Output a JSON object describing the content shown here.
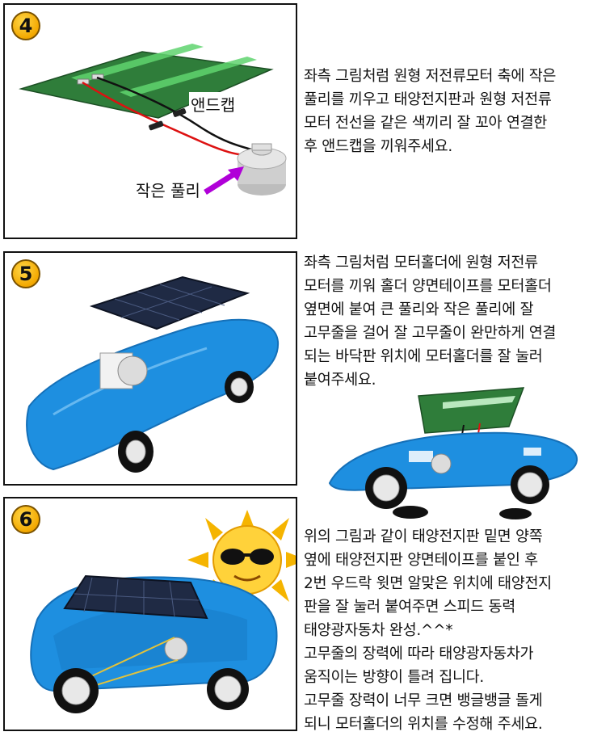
{
  "steps": [
    {
      "number": "4",
      "labels": {
        "end_cap": "앤드캡",
        "small_pulley": "작은 풀리"
      },
      "description": "좌측 그림처럼 원형 저전류모터 축에 작은\n풀리를 끼우고 태양전지판과 원형 저전류\n모터 전선을 같은 색끼리 잘 꼬아 연결한\n후 앤드캡을 끼워주세요."
    },
    {
      "number": "5",
      "description": "좌측 그림처럼 모터홀더에 원형 저전류\n모터를 끼워 홀더 양면테이프를 모터홀더\n옆면에 붙여 큰 풀리와 작은 풀리에 잘\n고무줄을 걸어 잘 고무줄이 완만하게 연결\n되는 바닥판 위치에 모터홀더를 잘 눌러\n붙여주세요."
    },
    {
      "number": "6",
      "description": "위의 그림과 같이 태양전지판 밑면 양쪽\n옆에 태양전지판 양면테이프를 붙인 후\n2번 우드락 윗면 알맞은 위치에 태양전지\n판을 잘 눌러 붙여주면 스피드 동력\n태양광자동차 완성.^^*\n고무줄의 장력에 따라 태양광자동차가\n움직이는 방향이 틀려 집니다.\n고무줄 장력이 너무 크면 뱅글뱅글 돌게\n되니 모터홀더의 위치를 수정해 주세요."
    }
  ],
  "colors": {
    "car_blue": "#1e8fe0",
    "car_blue_dark": "#1570b8",
    "panel_green": "#2f7d3a",
    "solar_navy": "#1f2a44",
    "arrow_purple": "#b000d8",
    "badge_orange": "#f3a800"
  }
}
